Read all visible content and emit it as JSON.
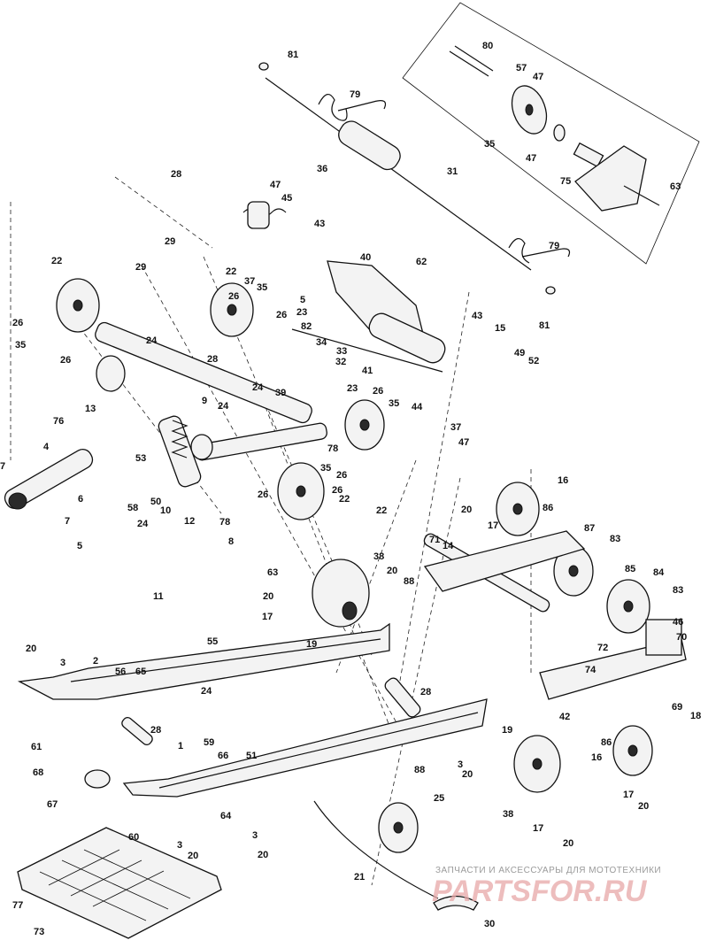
{
  "diagram": {
    "callouts": [
      {
        "id": "c80",
        "label": "80"
      },
      {
        "id": "c81a",
        "label": "81"
      },
      {
        "id": "c57",
        "label": "57"
      },
      {
        "id": "c47a",
        "label": "47"
      },
      {
        "id": "c79a",
        "label": "79"
      },
      {
        "id": "c35a",
        "label": "35"
      },
      {
        "id": "c47b",
        "label": "47"
      },
      {
        "id": "c75",
        "label": "75"
      },
      {
        "id": "c63a",
        "label": "63"
      },
      {
        "id": "c36",
        "label": "36"
      },
      {
        "id": "c31",
        "label": "31"
      },
      {
        "id": "c28a",
        "label": "28"
      },
      {
        "id": "c47c",
        "label": "47"
      },
      {
        "id": "c45",
        "label": "45"
      },
      {
        "id": "c43a",
        "label": "43"
      },
      {
        "id": "c29a",
        "label": "29"
      },
      {
        "id": "c79b",
        "label": "79"
      },
      {
        "id": "c22a",
        "label": "22"
      },
      {
        "id": "c29b",
        "label": "29"
      },
      {
        "id": "c40",
        "label": "40"
      },
      {
        "id": "c62",
        "label": "62"
      },
      {
        "id": "c22b",
        "label": "22"
      },
      {
        "id": "c37a",
        "label": "37"
      },
      {
        "id": "c26a",
        "label": "26"
      },
      {
        "id": "c35b",
        "label": "35"
      },
      {
        "id": "c5a",
        "label": "5"
      },
      {
        "id": "c26b",
        "label": "26"
      },
      {
        "id": "c81b",
        "label": "81"
      },
      {
        "id": "c23a",
        "label": "23"
      },
      {
        "id": "c82",
        "label": "82"
      },
      {
        "id": "c43b",
        "label": "43"
      },
      {
        "id": "c26c",
        "label": "26"
      },
      {
        "id": "c35c",
        "label": "35"
      },
      {
        "id": "c24a",
        "label": "24"
      },
      {
        "id": "c34",
        "label": "34"
      },
      {
        "id": "c33",
        "label": "33"
      },
      {
        "id": "c15",
        "label": "15"
      },
      {
        "id": "c26d",
        "label": "26"
      },
      {
        "id": "c32",
        "label": "32"
      },
      {
        "id": "c49",
        "label": "49"
      },
      {
        "id": "c52",
        "label": "52"
      },
      {
        "id": "c28b",
        "label": "28"
      },
      {
        "id": "c41",
        "label": "41"
      },
      {
        "id": "c24b",
        "label": "24"
      },
      {
        "id": "c39",
        "label": "39"
      },
      {
        "id": "c23b",
        "label": "23"
      },
      {
        "id": "c26e",
        "label": "26"
      },
      {
        "id": "c35d",
        "label": "35"
      },
      {
        "id": "c44",
        "label": "44"
      },
      {
        "id": "c37b",
        "label": "37"
      },
      {
        "id": "c76",
        "label": "76"
      },
      {
        "id": "c13",
        "label": "13"
      },
      {
        "id": "c9",
        "label": "9"
      },
      {
        "id": "c24c",
        "label": "24"
      },
      {
        "id": "c47d",
        "label": "47"
      },
      {
        "id": "c4",
        "label": "4"
      },
      {
        "id": "c78a",
        "label": "78"
      },
      {
        "id": "c7a",
        "label": "7"
      },
      {
        "id": "c53",
        "label": "53"
      },
      {
        "id": "c35e",
        "label": "35"
      },
      {
        "id": "c26f",
        "label": "26"
      },
      {
        "id": "c6",
        "label": "6"
      },
      {
        "id": "c16a",
        "label": "16"
      },
      {
        "id": "c26g",
        "label": "26"
      },
      {
        "id": "c20a",
        "label": "20"
      },
      {
        "id": "c50",
        "label": "50"
      },
      {
        "id": "c10",
        "label": "10"
      },
      {
        "id": "c58",
        "label": "58"
      },
      {
        "id": "c22c",
        "label": "22"
      },
      {
        "id": "c86a",
        "label": "86"
      },
      {
        "id": "c7b",
        "label": "7"
      },
      {
        "id": "c24d",
        "label": "24"
      },
      {
        "id": "c12",
        "label": "12"
      },
      {
        "id": "c26h",
        "label": "26"
      },
      {
        "id": "c17a",
        "label": "17"
      },
      {
        "id": "c78b",
        "label": "78"
      },
      {
        "id": "c5b",
        "label": "5"
      },
      {
        "id": "c8",
        "label": "8"
      },
      {
        "id": "c22d",
        "label": "22"
      },
      {
        "id": "c87",
        "label": "87"
      },
      {
        "id": "c71",
        "label": "71"
      },
      {
        "id": "c14",
        "label": "14"
      },
      {
        "id": "c83a",
        "label": "83"
      },
      {
        "id": "c63b",
        "label": "63"
      },
      {
        "id": "c38a",
        "label": "38"
      },
      {
        "id": "c20b",
        "label": "20"
      },
      {
        "id": "c85",
        "label": "85"
      },
      {
        "id": "c84",
        "label": "84"
      },
      {
        "id": "c20c",
        "label": "20"
      },
      {
        "id": "c88a",
        "label": "88"
      },
      {
        "id": "c83b",
        "label": "83"
      },
      {
        "id": "c11",
        "label": "11"
      },
      {
        "id": "c17b",
        "label": "17"
      },
      {
        "id": "c46",
        "label": "46"
      },
      {
        "id": "c55",
        "label": "55"
      },
      {
        "id": "c19a",
        "label": "19"
      },
      {
        "id": "c70",
        "label": "70"
      },
      {
        "id": "c20d",
        "label": "20"
      },
      {
        "id": "c72",
        "label": "72"
      },
      {
        "id": "c2",
        "label": "2"
      },
      {
        "id": "c3a",
        "label": "3"
      },
      {
        "id": "c74",
        "label": "74"
      },
      {
        "id": "c56",
        "label": "56"
      },
      {
        "id": "c65",
        "label": "65"
      },
      {
        "id": "c24e",
        "label": "24"
      },
      {
        "id": "c28c",
        "label": "28"
      },
      {
        "id": "c69",
        "label": "69"
      },
      {
        "id": "c18",
        "label": "18"
      },
      {
        "id": "c61",
        "label": "61"
      },
      {
        "id": "c42",
        "label": "42"
      },
      {
        "id": "c86b",
        "label": "86"
      },
      {
        "id": "c28d",
        "label": "28"
      },
      {
        "id": "c19b",
        "label": "19"
      },
      {
        "id": "c16b",
        "label": "16"
      },
      {
        "id": "c1",
        "label": "1"
      },
      {
        "id": "c59",
        "label": "59"
      },
      {
        "id": "c66",
        "label": "66"
      },
      {
        "id": "c51",
        "label": "51"
      },
      {
        "id": "c68",
        "label": "68"
      },
      {
        "id": "c88b",
        "label": "88"
      },
      {
        "id": "c3b",
        "label": "3"
      },
      {
        "id": "c20e",
        "label": "20"
      },
      {
        "id": "c25",
        "label": "25"
      },
      {
        "id": "c67",
        "label": "67"
      },
      {
        "id": "c38b",
        "label": "38"
      },
      {
        "id": "c17c",
        "label": "17"
      },
      {
        "id": "c20f",
        "label": "20"
      },
      {
        "id": "c60",
        "label": "60"
      },
      {
        "id": "c64",
        "label": "64"
      },
      {
        "id": "c3c",
        "label": "3"
      },
      {
        "id": "c3d",
        "label": "3"
      },
      {
        "id": "c20g",
        "label": "20"
      },
      {
        "id": "c20h",
        "label": "20"
      },
      {
        "id": "c17d",
        "label": "17"
      },
      {
        "id": "c20i",
        "label": "20"
      },
      {
        "id": "c21",
        "label": "21"
      },
      {
        "id": "c77",
        "label": "77"
      },
      {
        "id": "c73",
        "label": "73"
      },
      {
        "id": "c30",
        "label": "30"
      }
    ]
  },
  "watermark": {
    "tagline": "ЗАПЧАСТИ И АКСЕССУАРЫ ДЛЯ МОТОТЕХНИКИ",
    "brand": "PARTSFOR.RU"
  }
}
